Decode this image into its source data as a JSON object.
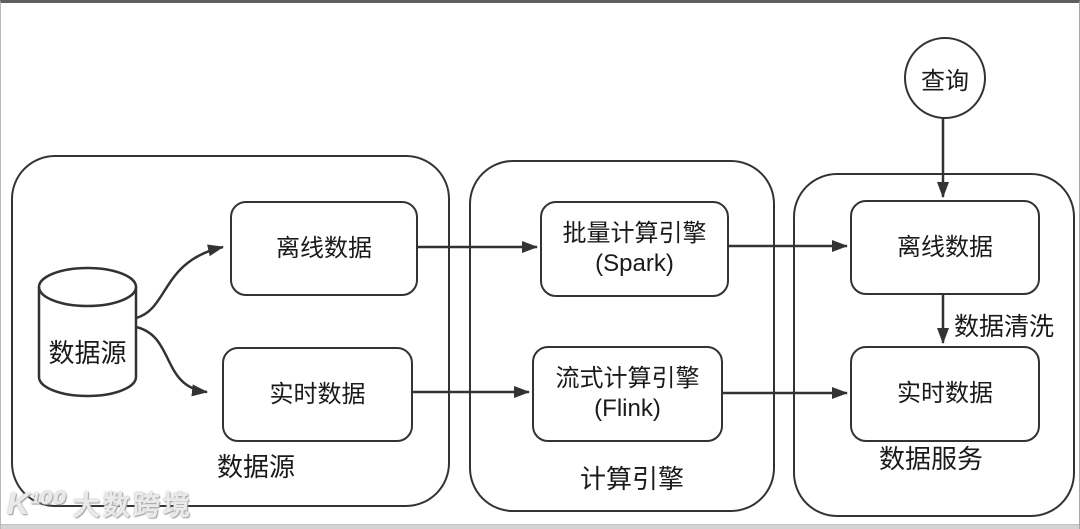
{
  "diagram": {
    "source_group": {
      "label": "数据源",
      "cylinder_label": "数据源",
      "offline_box": "离线数据",
      "realtime_box": "实时数据"
    },
    "compute_group": {
      "label": "计算引擎",
      "batch_box_line1": "批量计算引擎",
      "batch_box_line2": "(Spark)",
      "stream_box_line1": "流式计算引擎",
      "stream_box_line2": "(Flink)"
    },
    "service_group": {
      "label": "数据服务",
      "offline_box": "离线数据",
      "realtime_box": "实时数据",
      "cleaning_label": "数据清洗"
    },
    "query_node": "查询",
    "colors": {
      "stroke": "#333333",
      "text": "#1a1a1a",
      "background": "#ffffff",
      "watermark": "#eaeaea",
      "bottom_bar": "#d3d3d3"
    }
  },
  "watermark": {
    "logo": "K¹⁰⁰",
    "text": "大数跨境"
  }
}
